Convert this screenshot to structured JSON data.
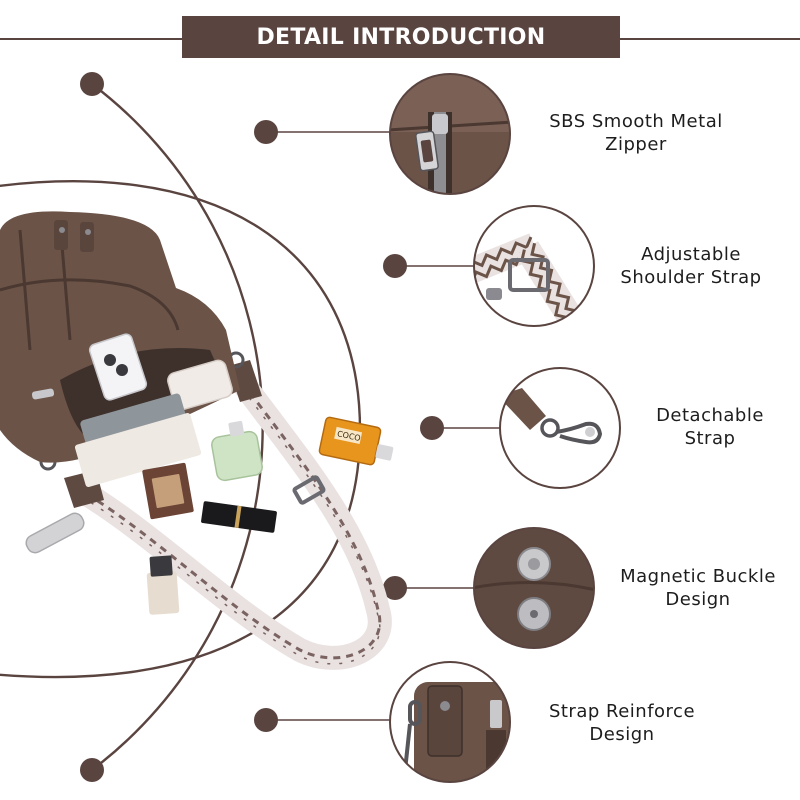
{
  "header": {
    "title": "DETAIL INTRODUCTION"
  },
  "features": [
    {
      "lines": [
        "SBS Smooth Metal",
        "Zipper"
      ],
      "icon": "zipper-closeup-icon"
    },
    {
      "lines": [
        "Adjustable",
        "Shoulder Strap"
      ],
      "icon": "strap-buckle-closeup-icon"
    },
    {
      "lines": [
        "Detachable",
        "Strap"
      ],
      "icon": "swivel-clasp-closeup-icon"
    },
    {
      "lines": [
        "Magnetic Buckle",
        "Design"
      ],
      "icon": "magnetic-snap-closeup-icon"
    },
    {
      "lines": [
        "Strap Reinforce",
        "Design"
      ],
      "icon": "strap-rivet-closeup-icon"
    }
  ],
  "bag_contents": {
    "perfume_label": "COCO"
  },
  "colors": {
    "brand_brown": "#5a4440",
    "leather": "#6b5348",
    "leather_dark": "#4a3831",
    "strap_light": "#e9e2e1",
    "perfume": "#e8951d"
  }
}
